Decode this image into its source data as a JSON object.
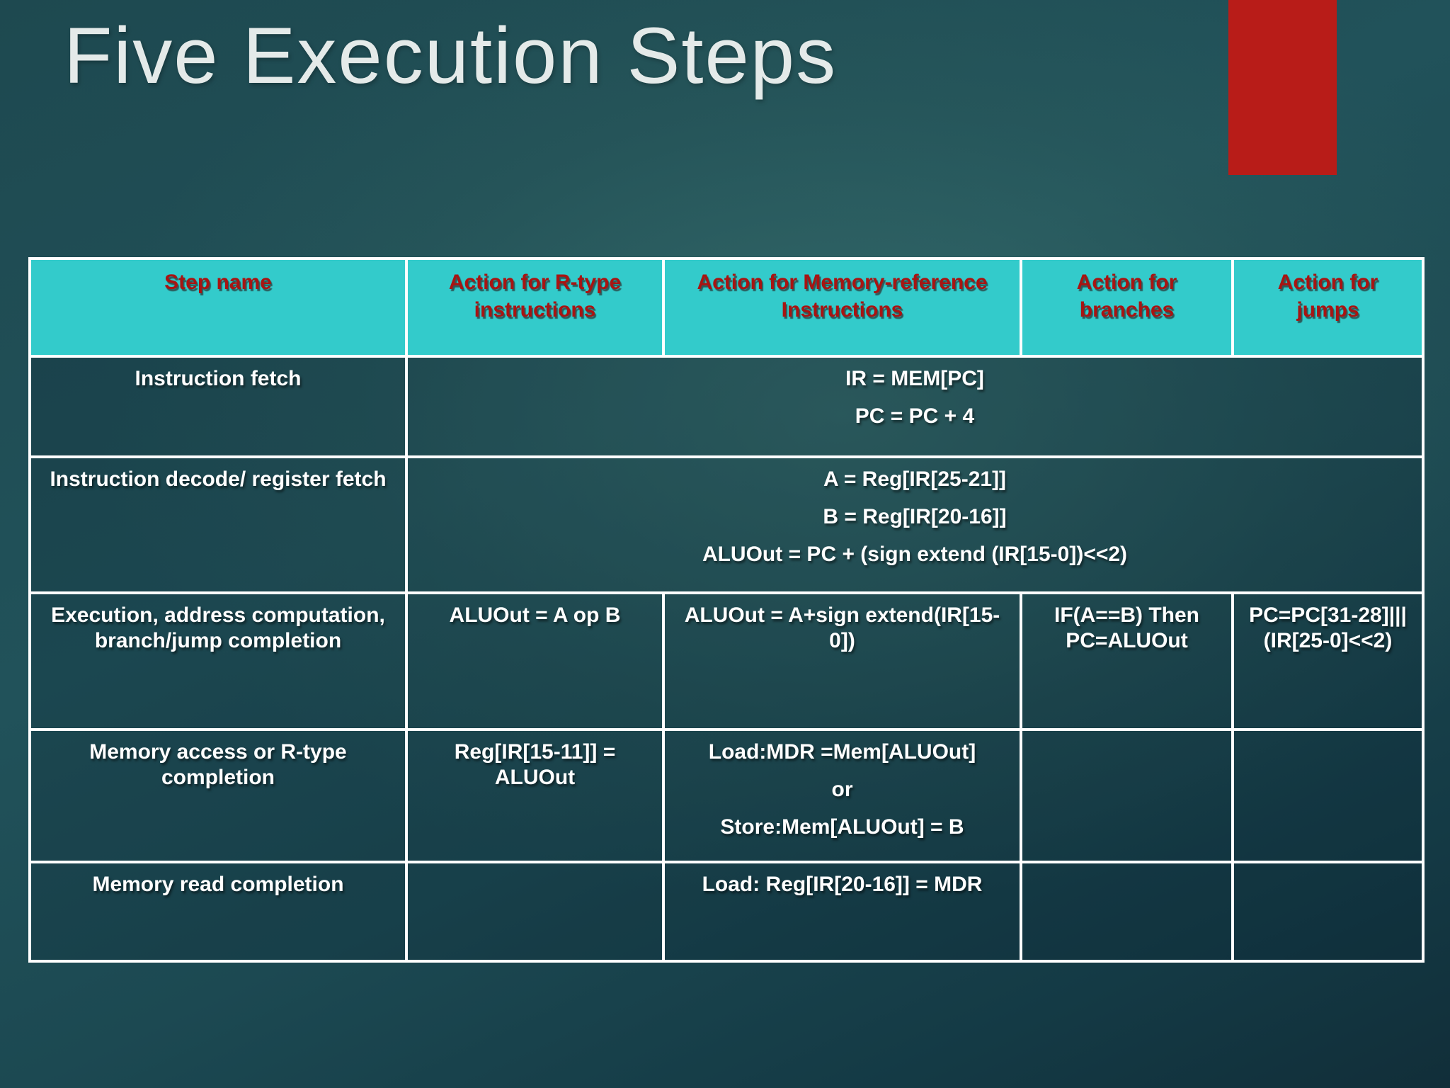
{
  "slide": {
    "title": "Five Execution Steps",
    "colors": {
      "accent_red": "#b81c18",
      "header_bg": "#33cbcb",
      "header_text": "#a81412",
      "body_text": "#ffffff",
      "grid_line": "#ffffff"
    }
  },
  "table": {
    "headers": [
      {
        "key": "step-name",
        "label": "Step name"
      },
      {
        "key": "rtype",
        "label": "Action for R-type instructions"
      },
      {
        "key": "memory",
        "label": "Action for Memory-reference Instructions"
      },
      {
        "key": "branches",
        "label": "Action for branches"
      },
      {
        "key": "jumps",
        "label": "Action for jumps"
      }
    ],
    "rows": [
      {
        "step": "Instruction fetch",
        "merged": [
          "IR = MEM[PC]",
          "PC = PC + 4"
        ]
      },
      {
        "step": "Instruction decode/ register fetch",
        "merged": [
          "A = Reg[IR[25-21]]",
          "B = Reg[IR[20-16]]",
          "ALUOut =  PC + (sign extend (IR[15-0])<<2)"
        ]
      },
      {
        "step": "Execution, address computation, branch/jump completion",
        "cells": {
          "rtype": [
            "ALUOut = A op B"
          ],
          "memory": [
            "ALUOut = A+sign extend(IR[15-0])"
          ],
          "branches": [
            "IF(A==B) Then PC=ALUOut"
          ],
          "jumps": [
            "PC=PC[31-28]|||(IR[25-0]<<2)"
          ]
        }
      },
      {
        "step": "Memory access or R-type completion",
        "cells": {
          "rtype": [
            "Reg[IR[15-11]] = ALUOut"
          ],
          "memory": [
            "Load:MDR =Mem[ALUOut]",
            "or",
            "Store:Mem[ALUOut] = B"
          ],
          "branches": [],
          "jumps": []
        }
      },
      {
        "step": "Memory read completion",
        "cells": {
          "rtype": [],
          "memory": [
            "Load: Reg[IR[20-16]] = MDR"
          ],
          "branches": [],
          "jumps": []
        }
      }
    ]
  }
}
